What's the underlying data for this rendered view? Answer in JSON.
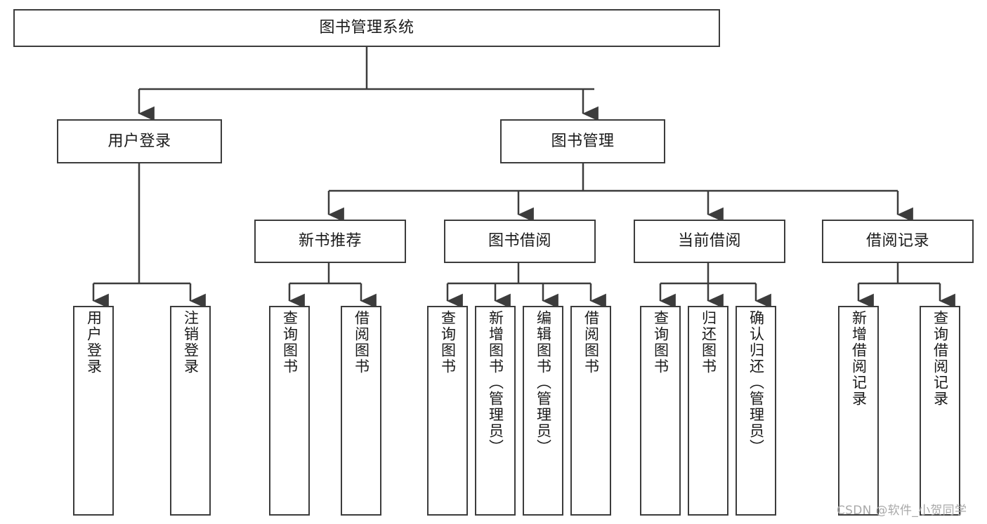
{
  "diagram": {
    "title": "图书管理系统",
    "watermark": "CSDN @软件_小贺同学",
    "stroke_color": "#3c3c3c",
    "text_color": "#1a1a1a",
    "background": "#ffffff",
    "nodes": {
      "root": {
        "label": "图书管理系统"
      },
      "level2": [
        {
          "key": "user_login",
          "label": "用户登录"
        },
        {
          "key": "book_manage",
          "label": "图书管理"
        }
      ],
      "level3": [
        {
          "key": "new_book_rec",
          "label": "新书推荐"
        },
        {
          "key": "book_borrow",
          "label": "图书借阅"
        },
        {
          "key": "current_borrow",
          "label": "当前借阅"
        },
        {
          "key": "borrow_record",
          "label": "借阅记录"
        }
      ],
      "leaves": {
        "user_login": [
          {
            "key": "leaf-user-login",
            "label": "用户登录"
          },
          {
            "key": "leaf-logout-login",
            "label": "注销登录"
          }
        ],
        "new_book_rec": [
          {
            "key": "leaf-query-book-1",
            "label": "查询图书"
          },
          {
            "key": "leaf-borrow-book-1",
            "label": "借阅图书"
          }
        ],
        "book_borrow": [
          {
            "key": "leaf-query-book-2",
            "label": "查询图书"
          },
          {
            "key": "leaf-add-book",
            "label": "新增图书（管理员）"
          },
          {
            "key": "leaf-edit-book",
            "label": "编辑图书（管理员）"
          },
          {
            "key": "leaf-borrow-book-2",
            "label": "借阅图书"
          }
        ],
        "current_borrow": [
          {
            "key": "leaf-query-book-3",
            "label": "查询图书"
          },
          {
            "key": "leaf-return-book",
            "label": "归还图书"
          },
          {
            "key": "leaf-confirm-return",
            "label": "确认归还（管理员）"
          }
        ],
        "borrow_record": [
          {
            "key": "leaf-add-record",
            "label": "新增借阅记录"
          },
          {
            "key": "leaf-query-record",
            "label": "查询借阅记录"
          }
        ]
      }
    }
  }
}
